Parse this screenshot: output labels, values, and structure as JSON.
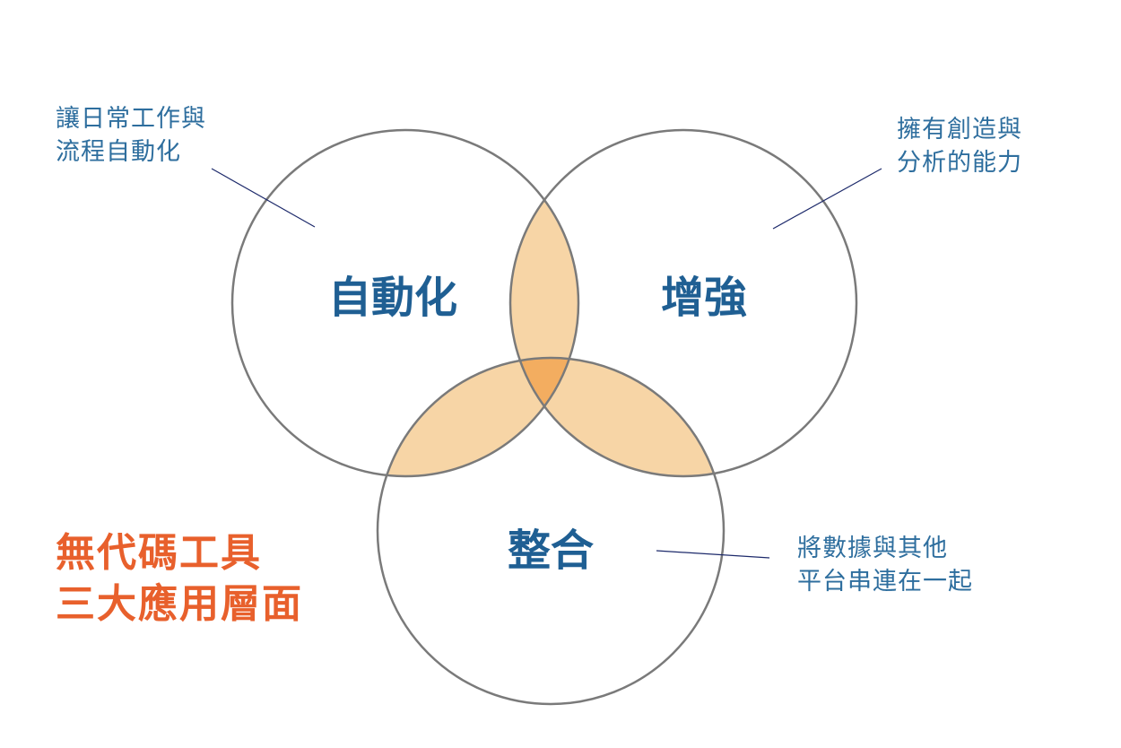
{
  "colors": {
    "circle_stroke": "#7a7a7a",
    "pair_overlap": "#f7d5a6",
    "triple_overlap": "#f3ad60",
    "circle_label": "#1f5f93",
    "annotation_text": "#2e6e9e",
    "leader_line": "#1d2a6b",
    "headline": "#e8602c"
  },
  "circles": {
    "automation": {
      "label": "自動化"
    },
    "augment": {
      "label": "增強"
    },
    "integration": {
      "label": "整合"
    }
  },
  "annotations": {
    "automation": {
      "line1": "讓日常工作與",
      "line2": "流程自動化"
    },
    "augment": {
      "line1": "擁有創造與",
      "line2": "分析的能力"
    },
    "integration": {
      "line1": "將數據與其他",
      "line2": "平台串連在一起"
    }
  },
  "headline": {
    "line1": "無代碼工具",
    "line2": "三大應用層面"
  }
}
